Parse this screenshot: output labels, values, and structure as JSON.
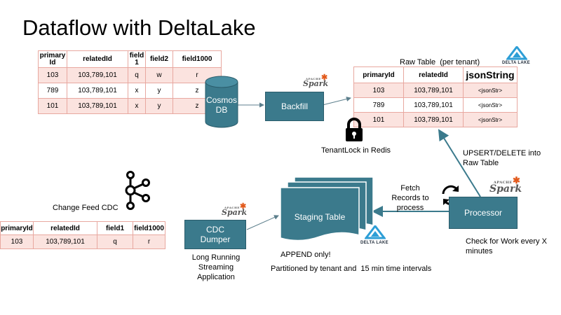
{
  "title": "Dataflow with DeltaLake",
  "source_table": {
    "headers": [
      "primary Id",
      "relatedId",
      "field 1",
      "field2",
      "field1000"
    ],
    "rows": [
      [
        "103",
        "103,789,101",
        "q",
        "w",
        "r"
      ],
      [
        "789",
        "103,789,101",
        "x",
        "y",
        "z"
      ],
      [
        "101",
        "103,789,101",
        "x",
        "y",
        "z"
      ]
    ]
  },
  "raw_table": {
    "caption": "Raw Table  (per tenant)",
    "headers": [
      "primaryId",
      "relatedId",
      "jsonString"
    ],
    "rows": [
      [
        "103",
        "103,789,101",
        "<jsonStr>"
      ],
      [
        "789",
        "103,789,101",
        "<jsonStr>"
      ],
      [
        "101",
        "103,789,101",
        "<jsonStr>"
      ]
    ]
  },
  "cdc_table": {
    "headers": [
      "primaryId",
      "relatedId",
      "field1",
      "field1000"
    ],
    "rows": [
      [
        "103",
        "103,789,101",
        "q",
        "r"
      ]
    ]
  },
  "nodes": {
    "cosmos": "Cosmos DB",
    "backfill": "Backfill",
    "cdc_dumper": "CDC Dumper",
    "staging": "Staging Table",
    "processor": "Processor"
  },
  "labels": {
    "tenant_lock": "TenantLock in Redis",
    "upsert": "UPSERT/DELETE into Raw Table",
    "fetch": "Fetch Records to process",
    "change_feed": "Change Feed CDC",
    "long_running": "Long Running Streaming Application",
    "append_only": "APPEND only!",
    "partitioned": "Partitioned by tenant and  15 min time intervals",
    "check_work": "Check for Work every X minutes"
  },
  "logos": {
    "delta_lake": "DELTA LAKE",
    "spark": "Spark",
    "apache": "APACHE"
  },
  "colors": {
    "box_fill": "#3b7a8c",
    "table_border": "#e8a8a0",
    "table_stripe": "#fbe3df",
    "arrow": "#3b7a8c"
  }
}
